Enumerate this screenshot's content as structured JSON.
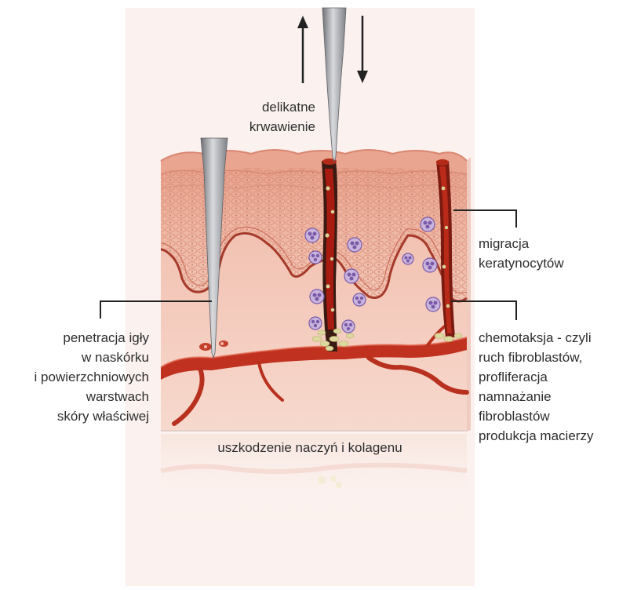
{
  "diagram": {
    "labels": {
      "bleeding": [
        "delikatne",
        "krwawienie"
      ],
      "needle_penetration": [
        "penetracja igły",
        "w naskórku",
        "i powierzchniowych",
        "warstwach",
        "skóry właściwej"
      ],
      "keratinocyte_migration": [
        "migracja",
        "keratynocytów"
      ],
      "chemotaxis": [
        "chemotaksja - czyli",
        "ruch fibroblastów,",
        "profliferacja",
        "namnażanie",
        "fibroblastów",
        "produkcja macierzy"
      ],
      "damage": "uszkodzenie naczyń i kolagenu"
    },
    "colors": {
      "needle": "#9a9ca1",
      "skin_surface": "#e8a08c",
      "epidermis": "#e9b19f",
      "dermis": "#f4cfc1",
      "blood": "#b01d13",
      "cell": "#7a5aa8",
      "arrow": "#222222",
      "leader_line": "#222222"
    },
    "icons": [
      "arrow-up-icon",
      "arrow-down-icon",
      "needle-icon"
    ]
  }
}
